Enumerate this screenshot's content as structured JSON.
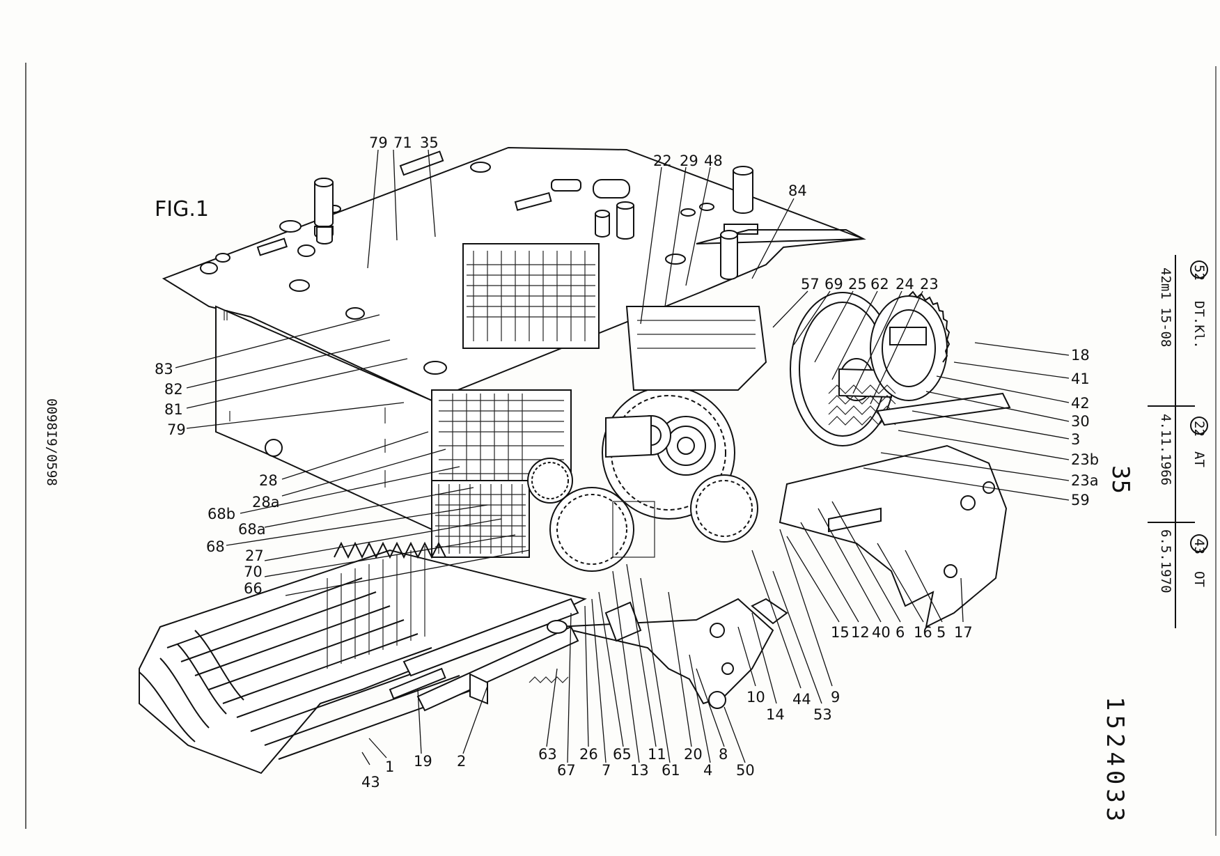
{
  "figure_title": "FIG.1",
  "patent_number": "1524033",
  "sheet_page": "35",
  "doc_code": "0098I9/0598",
  "classification_block": {
    "rows": [
      {
        "circle": "52",
        "kind": "DT.Kl.",
        "value": "42m1 15-08"
      },
      {
        "circle": "22",
        "kind": "AT",
        "value": "4.11.1966"
      },
      {
        "circle": "43",
        "kind": "OT",
        "value": "6.5.1970"
      }
    ]
  },
  "labels": {
    "top": [
      "79",
      "71",
      "35",
      "22",
      "29",
      "48",
      "84"
    ],
    "right_upper": [
      "57",
      "69",
      "25",
      "62",
      "24",
      "23"
    ],
    "right": [
      "18",
      "41",
      "42",
      "30",
      "3",
      "23b",
      "23a",
      "59"
    ],
    "left": [
      "83",
      "82",
      "81",
      "79",
      "28",
      "28a",
      "68b",
      "68a",
      "68",
      "27",
      "70",
      "66"
    ],
    "bottom_right": [
      "15",
      "12",
      "40",
      "6",
      "16",
      "5",
      "17"
    ],
    "bottom_mid": [
      "10",
      "14",
      "44",
      "53",
      "9"
    ],
    "bottom": [
      "43",
      "1",
      "19",
      "2",
      "63",
      "67",
      "26",
      "7",
      "65",
      "13",
      "11",
      "61",
      "20",
      "4",
      "8",
      "50"
    ]
  }
}
